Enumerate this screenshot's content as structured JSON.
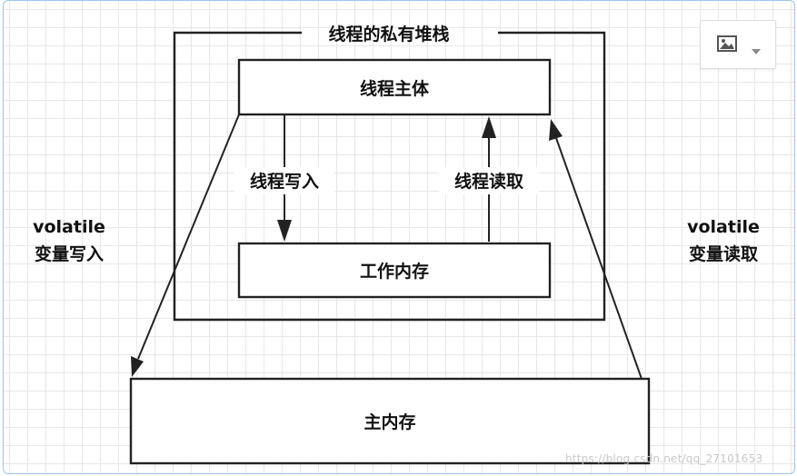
{
  "diagram": {
    "outer_title": "线程的私有堆栈",
    "thread_body": "线程主体",
    "working_memory": "工作内存",
    "main_memory": "主内存",
    "thread_write": "线程写入",
    "thread_read": "线程读取",
    "left_side": {
      "line1": "volatile",
      "line2": "变量写入"
    },
    "right_side": {
      "line1": "volatile",
      "line2": "变量读取"
    }
  },
  "toolbar": {
    "image_icon": "image-icon",
    "dropdown_icon": "chevron-down-icon"
  },
  "watermark": "https://blog.csdn.net/qq_27101653"
}
